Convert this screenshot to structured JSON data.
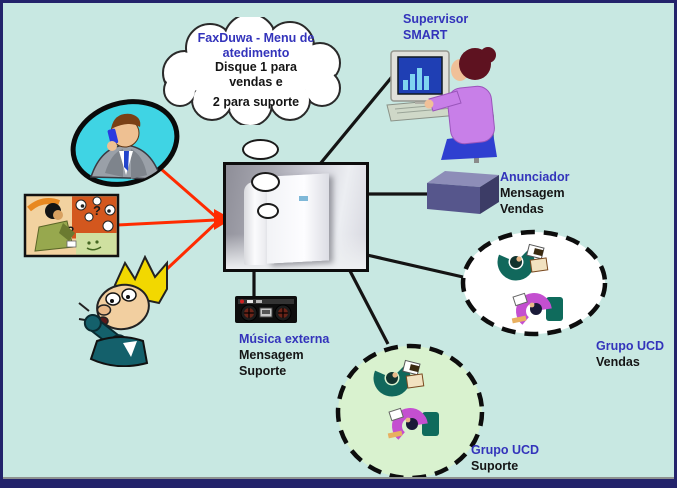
{
  "diagram": {
    "cloud": {
      "title_line1": "FaxDuwa - Menu de",
      "title_line2": "atedimento",
      "body_line1": "Disque 1 para",
      "body_line2": "vendas e",
      "body_line3": "2 para suporte"
    },
    "supervisor": {
      "line1": "Supervisor",
      "line2": "SMART"
    },
    "anunciador": {
      "title": "Anunciador",
      "line1": "Mensagem",
      "line2": "Vendas"
    },
    "musica": {
      "title": "Música externa",
      "line1": "Mensagem",
      "line2": "Suporte"
    },
    "grupo_vendas": {
      "title": "Grupo UCD",
      "subtitle": "Vendas"
    },
    "grupo_suporte": {
      "title": "Grupo UCD",
      "subtitle": "Suporte"
    }
  },
  "icons": {
    "question_mark": "?",
    "pbx": "pbx-cabinet-photo",
    "announcer": "announcer-box-icon",
    "boombox": "boombox-icon",
    "supervisor": "supervisor-workstation-icon",
    "caller_oval": "businessman-on-phone-icon",
    "caller_collage": "caller-art-collage-icon",
    "caller_cartoon": "shouting-caller-cartoon-icon",
    "agents": "ucd-agent-topview-icon"
  },
  "colors": {
    "background": "#c8e8e2",
    "frame": "#23236b",
    "label_blue": "#3333bb",
    "label_black": "#151515",
    "connector_red": "#ff2b00",
    "connector_black": "#141414",
    "vendas_group_fill": "#ffffff",
    "suporte_group_fill": "#d9f2cf",
    "announcer_front": "#56568c"
  }
}
